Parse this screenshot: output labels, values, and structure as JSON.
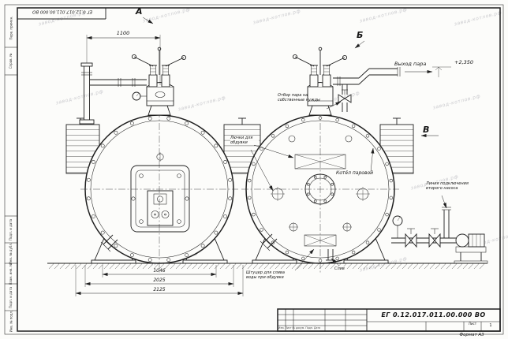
{
  "document": {
    "number": "ЕГ 0.12.017.011.00.000 ВО",
    "format": "Формат А3",
    "sheet_label": "Лист",
    "sheet_value": "1",
    "revision_columns": "Изм.  Лист   № докум.   Подп.   Дата"
  },
  "view_labels": {
    "a": "А",
    "b": "Б",
    "v": "В"
  },
  "annotations": {
    "steam_outlet": "Выход пара",
    "elevation_mark": "+2,350",
    "steam_own_needs": "Отбор пара на собственные нужды",
    "blow_hatches": "Лючки для обдувки",
    "boiler_name": "Котёл паровой",
    "second_pump_line": "Линия подключения второго насоса",
    "drain_union": "Штуцер для слива воды при обдувке",
    "drain": "Слив"
  },
  "dimensions": {
    "pipe_offset": "1100",
    "support_span": "1046",
    "shell_diameter": "2025",
    "overall_width": "2125"
  },
  "frame_strip": [
    "Перв. примен.",
    "Справ. №",
    "Подп. и дата",
    "Инв. № дубл.",
    "Взам. инв. №",
    "Подп. и дата",
    "Инв. № подл."
  ],
  "watermark": {
    "text": "завод-котлов.рф"
  }
}
